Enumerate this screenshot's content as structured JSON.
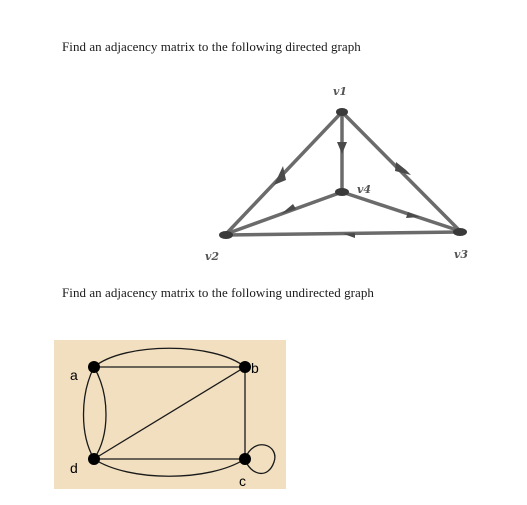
{
  "questions": {
    "directed": "Find an adjacency matrix to the following directed graph",
    "undirected": "Find an adjacency matrix to the following undirected graph"
  },
  "directed_graph": {
    "vertex_labels": {
      "v1": "v1",
      "v2": "v2",
      "v3": "v3",
      "v4": "v4"
    },
    "edges": [
      {
        "from": "v1",
        "to": "v4"
      },
      {
        "from": "v1",
        "to": "v3"
      },
      {
        "from": "v2",
        "to": "v1"
      },
      {
        "from": "v3",
        "to": "v2"
      },
      {
        "from": "v4",
        "to": "v2"
      },
      {
        "from": "v4",
        "to": "v3"
      }
    ],
    "colors": {
      "edge": "#6b6b6b",
      "vertex": "#3a3a3a",
      "label": "#555555"
    }
  },
  "undirected_graph": {
    "vertex_labels": {
      "a": "a",
      "b": "b",
      "c": "c",
      "d": "d"
    },
    "edges": [
      {
        "between": [
          "a",
          "b"
        ],
        "count": 2
      },
      {
        "between": [
          "a",
          "d"
        ],
        "count": 2
      },
      {
        "between": [
          "b",
          "d"
        ],
        "count": 1
      },
      {
        "between": [
          "b",
          "c"
        ],
        "count": 1
      },
      {
        "between": [
          "d",
          "c"
        ],
        "count": 2
      },
      {
        "between": [
          "c",
          "c"
        ],
        "count": 1,
        "type": "loop"
      }
    ],
    "colors": {
      "background": "#f1dfbf",
      "edge": "#1a1a1a",
      "vertex": "#000000"
    }
  }
}
